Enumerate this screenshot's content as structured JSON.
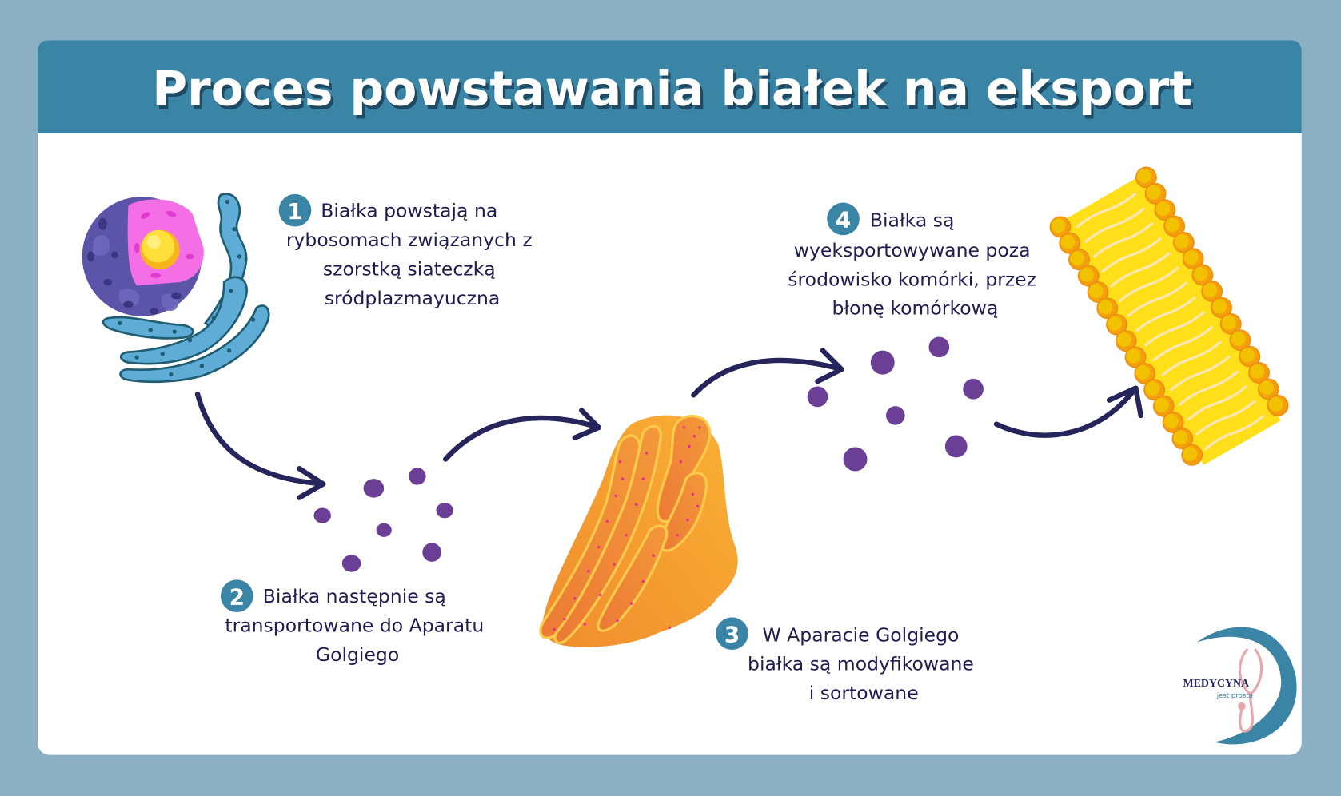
{
  "header": {
    "title": "Proces powstawania białek na eksport"
  },
  "steps": [
    {
      "number": "1",
      "lines": [
        "Białka powstają na",
        "rybosomach związanych z",
        "szorstką siateczką",
        "sródplazmayuczna"
      ]
    },
    {
      "number": "2",
      "lines": [
        "Białka następnie są",
        "transportowane do Aparatu",
        "Golgiego"
      ]
    },
    {
      "number": "3",
      "lines": [
        "W Aparacie Golgiego",
        "białka są modyfikowane",
        "i sortowane"
      ]
    },
    {
      "number": "4",
      "lines": [
        "Białka są",
        "wyeksportowywane poza",
        "środowisko komórki, przez",
        "błonę komórkową"
      ]
    }
  ],
  "illustrations": {
    "cell_nucleus_er": "nucleus-with-rough-er-icon",
    "proteins_group_1": "protein-dots-icon",
    "golgi_apparatus": "golgi-apparatus-icon",
    "proteins_group_2": "protein-dots-icon",
    "cell_membrane": "phospholipid-bilayer-icon"
  },
  "logo": {
    "main": "MEDYCYNA",
    "sub": "jest prosta"
  },
  "colors": {
    "frame": "#8BB0C4",
    "header": "#3A84A5",
    "card": "#FFFFFF",
    "text": "#1F1D4F",
    "badge": "#3A84A5",
    "arrow": "#25255C",
    "protein": "#6B3F96",
    "golgi": "#F7A531",
    "membrane_head": "#F5A00F",
    "membrane_tail": "#FFDE1A"
  }
}
